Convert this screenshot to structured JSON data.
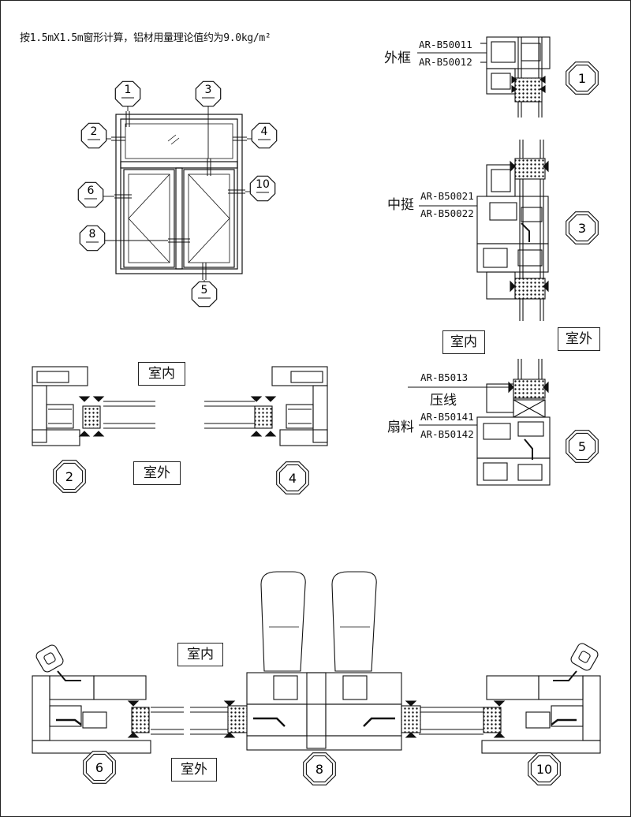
{
  "header_note": "按1.5mX1.5m窗形计算，铝材用量理论值约为9.0kg/m²",
  "elevation_markers": [
    "1",
    "2",
    "3",
    "4",
    "5",
    "6",
    "8",
    "10"
  ],
  "zone_labels": {
    "indoor": "室内",
    "outdoor": "室外"
  },
  "section_numbers": {
    "s1": "1",
    "s2": "2",
    "s3": "3",
    "s4": "4",
    "s5": "5",
    "s6": "6",
    "s8": "8",
    "s10": "10"
  },
  "part_labels": {
    "outer_frame": {
      "name": "外框",
      "codes": [
        "AR-B50011",
        "AR-B50012"
      ]
    },
    "mullion": {
      "name": "中挺",
      "codes": [
        "AR-B50021",
        "AR-B50022"
      ]
    },
    "bead": {
      "name": "压线",
      "codes": [
        "AR-B5013"
      ]
    },
    "sash": {
      "name": "扇料",
      "codes": [
        "AR-B50141",
        "AR-B50142"
      ]
    }
  }
}
